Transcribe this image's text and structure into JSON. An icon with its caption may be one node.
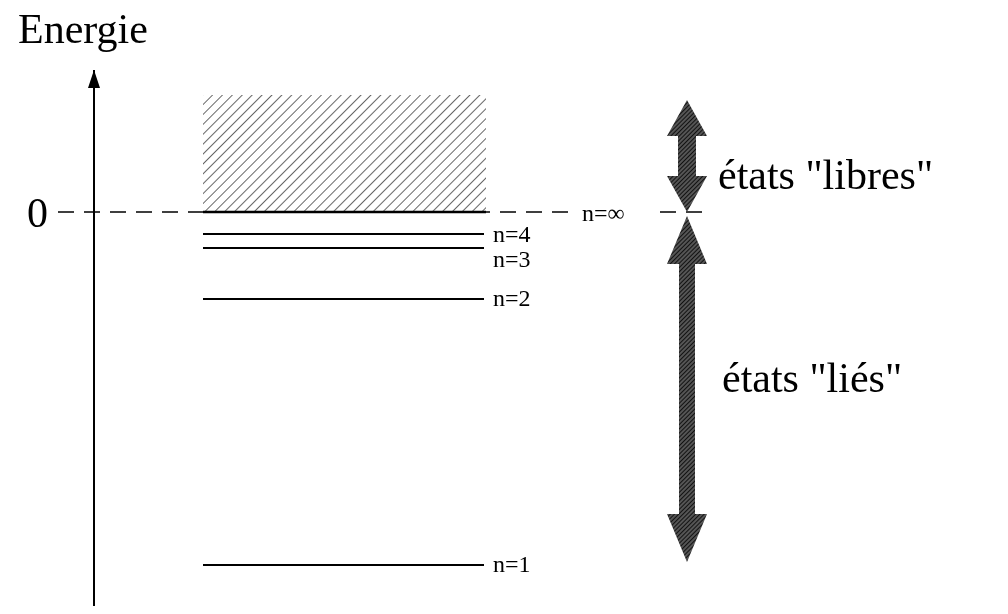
{
  "diagram": {
    "nodes": [
      {
        "text": [],
        "shape": "box"
      }
    ],
    "labels": [
      "Energie",
      "0",
      "n=∞",
      "n=4",
      "n=3",
      "n=2",
      "états \"libres\"",
      "états \"liés\"",
      "n=1"
    ]
  }
}
